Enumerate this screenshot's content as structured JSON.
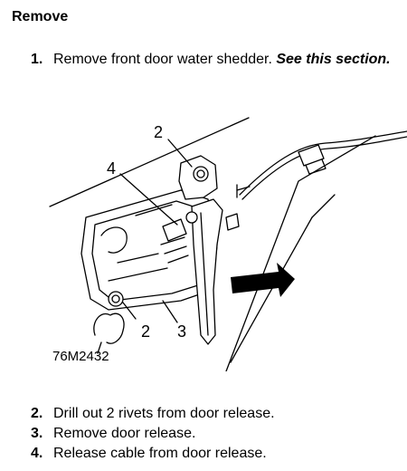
{
  "section_title": "Remove",
  "steps": [
    {
      "number": "1.",
      "text": "Remove front door water shedder. ",
      "reference": "See this section."
    },
    {
      "number": "2.",
      "text": "Drill out 2 rivets from door release."
    },
    {
      "number": "3.",
      "text": "Remove door release."
    },
    {
      "number": "4.",
      "text": "Release cable from door release."
    }
  ],
  "figure": {
    "code": "76M2432",
    "callouts": [
      "2",
      "4",
      "2",
      "3"
    ]
  }
}
